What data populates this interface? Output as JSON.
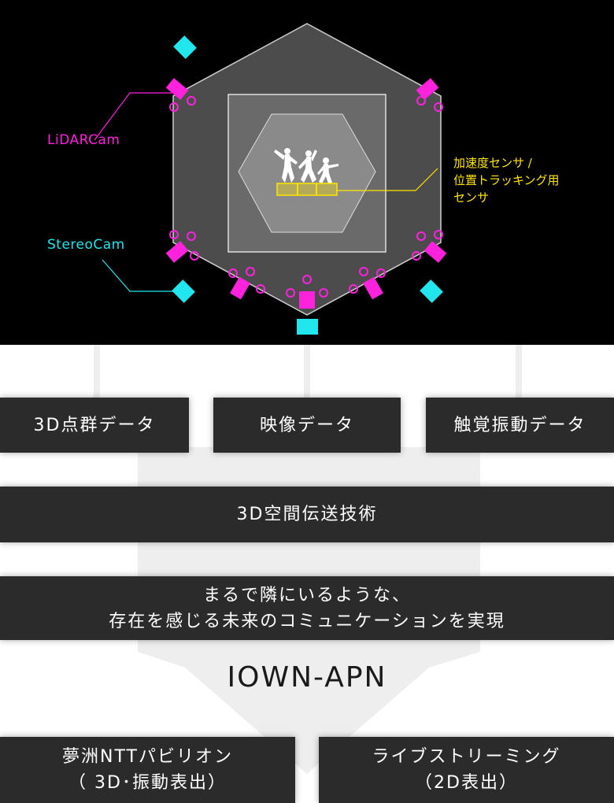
{
  "stage": {
    "lidar_label": "LiDARCam",
    "stereo_label": "StereoCam",
    "sensor_label_line1": "加速度センサ /",
    "sensor_label_line2": "位置トラッキング用",
    "sensor_label_line3": "センサ"
  },
  "colors": {
    "lidar": "#ff22dd",
    "stereo": "#22e6ee",
    "sensor": "#ffe600",
    "stage_bg": "#000000",
    "box_bg": "#2b2b2b",
    "flow_bg": "#efefef"
  },
  "data_boxes": {
    "point_cloud": "3D点群データ",
    "video": "映像データ",
    "haptic": "触覚振動データ"
  },
  "transfer_tech": "3D空間伝送技術",
  "communication": {
    "line1": "まるで隣にいるような、",
    "line2": "存在を感じる未来のコミュニケーションを実現"
  },
  "network": "IOWN-APN",
  "outputs": {
    "yumeshima_line1": "夢洲NTTパビリオン",
    "yumeshima_line2": "（ 3D･振動表出）",
    "live_line1": "ライブストリーミング",
    "live_line2": "（2D表出）"
  }
}
